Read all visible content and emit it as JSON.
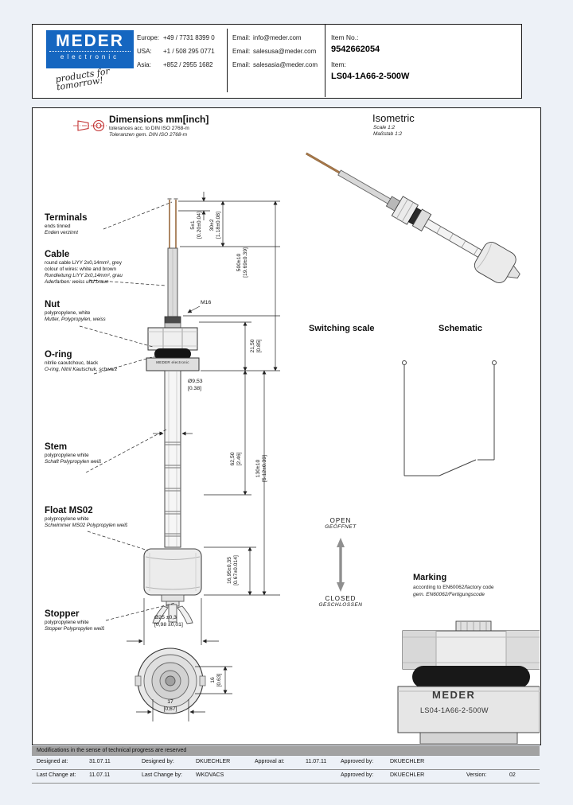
{
  "header": {
    "logo": {
      "line1": "MEDER",
      "line2": "electronic",
      "tagline": "products for tomorrow!"
    },
    "contacts": [
      {
        "region": "Europe:",
        "phone": "+49 / 7731 8399 0",
        "email_label": "Email:",
        "email": "info@meder.com"
      },
      {
        "region": "USA:",
        "phone": "+1 / 508 295 0771",
        "email_label": "Email:",
        "email": "salesusa@meder.com"
      },
      {
        "region": "Asia:",
        "phone": "+852 / 2955 1682",
        "email_label": "Email:",
        "email": "salesasia@meder.com"
      }
    ],
    "item_no_label": "Item No.:",
    "item_no": "9542662054",
    "item_label": "Item:",
    "item": "LS04-1A66-2-500W"
  },
  "drawing": {
    "dimensions_note": {
      "title": "Dimensions mm[inch]",
      "line1": "tolerances acc. to DIN ISO 2768-m",
      "line2": "Toleranzen gem. DIN ISO 2768-m"
    },
    "isometric": {
      "title": "Isometric",
      "line1": "Scale 1:2",
      "line2": "Maßstab 1:2"
    },
    "part_labels": [
      {
        "title": "Terminals",
        "en": "ends tinned",
        "de": "Enden verzinnt"
      },
      {
        "title": "Cable",
        "en": "round cable LiYY 2x0,14mm², grey",
        "en2": "colour of wires: white and brown",
        "de": "Rundleitung LiYY 2x0,14mm², grau",
        "de2": "Aderfarben: weiss und braun"
      },
      {
        "title": "Nut",
        "en": "polypropylene, white",
        "de": "Mutter, Polypropylen, weiss"
      },
      {
        "title": "O-ring",
        "en": "nitrile caoutchouc, black",
        "de": "O-ring, Nitril Kautschuk, schwarz"
      },
      {
        "title": "Stem",
        "en": "polypropylene white",
        "de": "Schaft Polypropylen weiß"
      },
      {
        "title": "Float MS02",
        "en": "polypropylene white",
        "de": "Schwimmer MS02 Polypropylen weiß"
      },
      {
        "title": "Stopper",
        "en": "polypropylene white",
        "de": "Stopper Polypropylen weiß"
      }
    ],
    "dims": {
      "d5": {
        "mm": "5±1",
        "inch": "[0.20±0.04]"
      },
      "d30": {
        "mm": "30±2",
        "inch": "[1.18±0.08]"
      },
      "d500": {
        "mm": "500±10",
        "inch": "[19.69±0.39]"
      },
      "m16": {
        "mm": "M16"
      },
      "d2150": {
        "mm": "21,50",
        "inch": "[0.85]"
      },
      "d953": {
        "mm": "Ø9,53",
        "inch": "[0.38]"
      },
      "d6250": {
        "mm": "62,50",
        "inch": "[2.46]"
      },
      "d130": {
        "mm": "130±10",
        "inch": "[5.12±0.39]"
      },
      "d1695": {
        "mm": "16,95±0,35",
        "inch": "[0.67±0.014]"
      },
      "d25": {
        "mm": "Ø25 ±0,3",
        "inch": "[0,98 ±0,01]"
      },
      "d16": {
        "mm": "16",
        "inch": "[0.63]"
      },
      "d17": {
        "mm": "17",
        "inch": "[0,67]"
      }
    },
    "flange_text": "MEDER electronic",
    "switching_scale": {
      "title": "Switching scale",
      "open": "OPEN",
      "open_de": "GEÖFFNET",
      "closed": "CLOSED",
      "closed_de": "GESCHLOSSEN"
    },
    "schematic_title": "Schematic",
    "marking": {
      "title": "Marking",
      "en": "according to EN60062/factory code",
      "de": "gem. EN60062/Fertigungscode"
    },
    "detail": {
      "brand": "MEDER",
      "item": "LS04-1A66-2-500W"
    }
  },
  "footer": {
    "notice": "Modifications in the sense of technical progress are reserved",
    "row1": {
      "l1": "Designed at:",
      "v1": "31.07.11",
      "l2": "Designed by:",
      "v2": "DKUECHLER",
      "l3": "Approval at:",
      "v3": "11.07.11",
      "l4": "Approved by:",
      "v4": "DKUECHLER"
    },
    "row2": {
      "l1": "Last Change at:",
      "v1": "11.07.11",
      "l2": "Last Change by:",
      "v2": "WKOVACS",
      "l4": "Approved by:",
      "v4": "DKUECHLER",
      "l5": "Version:",
      "v5": "02"
    }
  }
}
